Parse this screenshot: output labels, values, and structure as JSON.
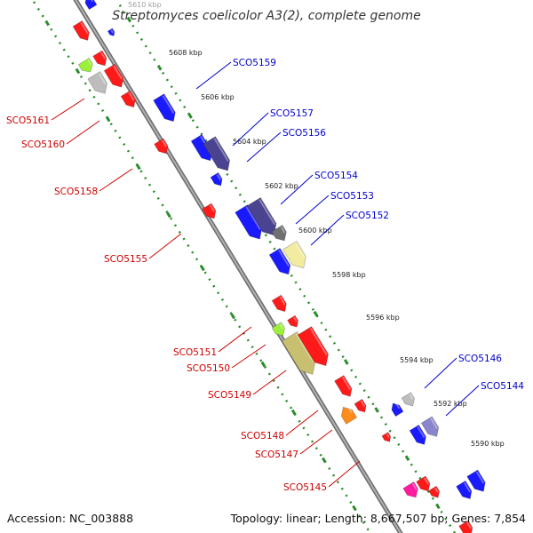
{
  "title": "Streptomyces coelicolor A3(2), complete genome",
  "accession": "Accession: NC_003888",
  "summary": "Topology: linear; Length: 8,667,507 bp; Genes: 7,854",
  "colors": {
    "backbone": "#8f8f8f",
    "ruler": "#2a8c2a",
    "label_top": "#0000cc",
    "label_bottom": "#cc0000",
    "red": "#ff1a1a",
    "blue": "#1a1aff",
    "navy": "#4a4490",
    "gray": "#bdbdbd",
    "dark_gray": "#707070",
    "khaki": "#c8c070",
    "pale_yellow": "#f2eca0",
    "lime": "#9cf03c",
    "orange": "#ff8c1a",
    "magenta": "#ff1aa0",
    "lavender": "#8a86cc"
  },
  "ruler_labels": [
    "5610 kbp",
    "5608 kbp",
    "5606 kbp",
    "5604 kbp",
    "5602 kbp",
    "5600 kbp",
    "5598 kbp",
    "5596 kbp",
    "5594 kbp",
    "5592 kbp",
    "5590 kbp"
  ],
  "labels_top": [
    "SCO5159",
    "SCO5157",
    "SCO5156",
    "SCO5154",
    "SCO5153",
    "SCO5152",
    "SCO5146",
    "SCO5144"
  ],
  "labels_bottom": [
    "SCO5161",
    "SCO5160",
    "SCO5158",
    "SCO5155",
    "SCO5151",
    "SCO5150",
    "SCO5149",
    "SCO5148",
    "SCO5147",
    "SCO5145"
  ]
}
